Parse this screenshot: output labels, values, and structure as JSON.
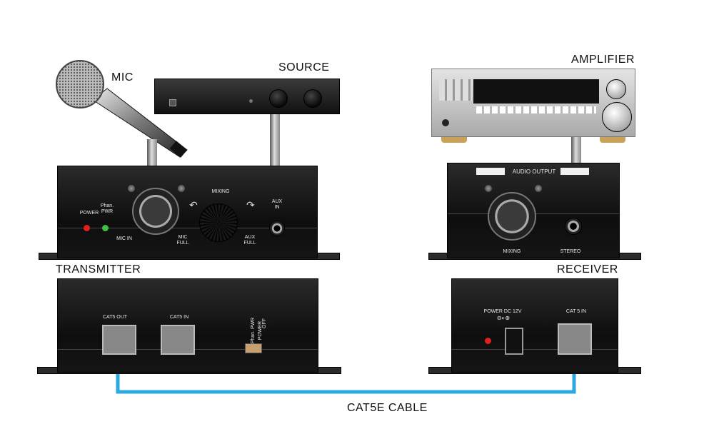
{
  "labels": {
    "mic": "MIC",
    "source": "SOURCE",
    "amplifier": "AMPLIFIER",
    "transmitter": "TRANSMITTER",
    "receiver": "RECEIVER",
    "cable": "CAT5E CABLE"
  },
  "transmitter_front": {
    "power": "POWER",
    "phan_pwr": "Phan. PWR",
    "mixing": "MIXING",
    "mic_in": "MIC IN",
    "mic_full": "MIC FULL",
    "aux_full": "AUX FULL",
    "aux_in": "AUX IN"
  },
  "transmitter_back": {
    "cat5_out": "CAT5  OUT",
    "cat5_in": "CAT5  IN",
    "off": "OFF",
    "power": "POWER",
    "phan_pwr": "Phan. PWR"
  },
  "receiver_front": {
    "audio_output": "AUDIO OUTPUT",
    "mixing": "MIXING",
    "stereo": "STEREO"
  },
  "receiver_back": {
    "power_dc": "POWER DC 12V",
    "polarity": "⊖◐⊕",
    "cat5_in": "CAT 5 IN"
  },
  "colors": {
    "cable": "#29a9e0",
    "power_led": "#e02020",
    "phan_led": "#40c040"
  }
}
